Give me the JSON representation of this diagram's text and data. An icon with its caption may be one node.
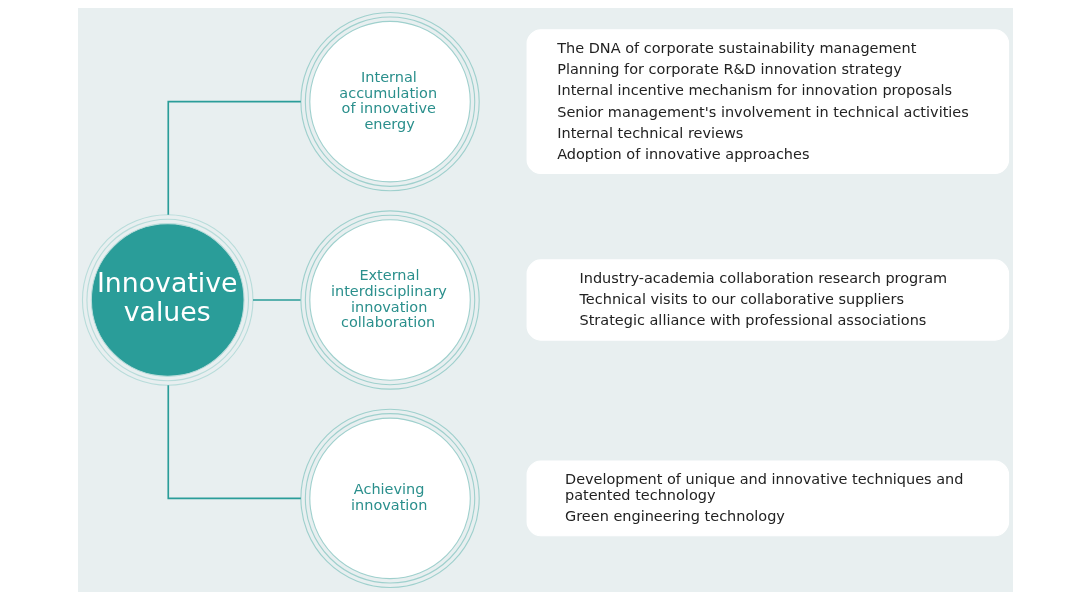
{
  "diagram": {
    "nodes": [
      {
        "text": [
          "Innovative values"
        ]
      },
      {
        "text": [
          "Internal accumulation of innovative energy"
        ]
      },
      {
        "text": [
          "External interdisciplinary innovation collaboration"
        ]
      },
      {
        "text": [
          "Achieving innovation"
        ]
      },
      {
        "text": [
          "The DNA of corporate sustainability management",
          "Planning for corporate R&D innovation strategy",
          "Internal incentive mechanism for innovation proposals",
          "Senior management's involvement in technical activities",
          "Internal technical reviews",
          "Adoption of innovative approaches"
        ]
      },
      {
        "text": [
          "Industry-academia collaboration research program",
          "Technical visits to our collaborative suppliers",
          "Strategic alliance with professional associations"
        ]
      },
      {
        "text": [
          "Development of unique and innovative techniques and patented technology",
          "Green engineering technology"
        ]
      }
    ],
    "edges": [
      {
        "from": 0,
        "to": 1,
        "arrow": "none"
      },
      {
        "from": 0,
        "to": 2,
        "arrow": "none"
      },
      {
        "from": 0,
        "to": 3,
        "arrow": "none"
      }
    ]
  }
}
